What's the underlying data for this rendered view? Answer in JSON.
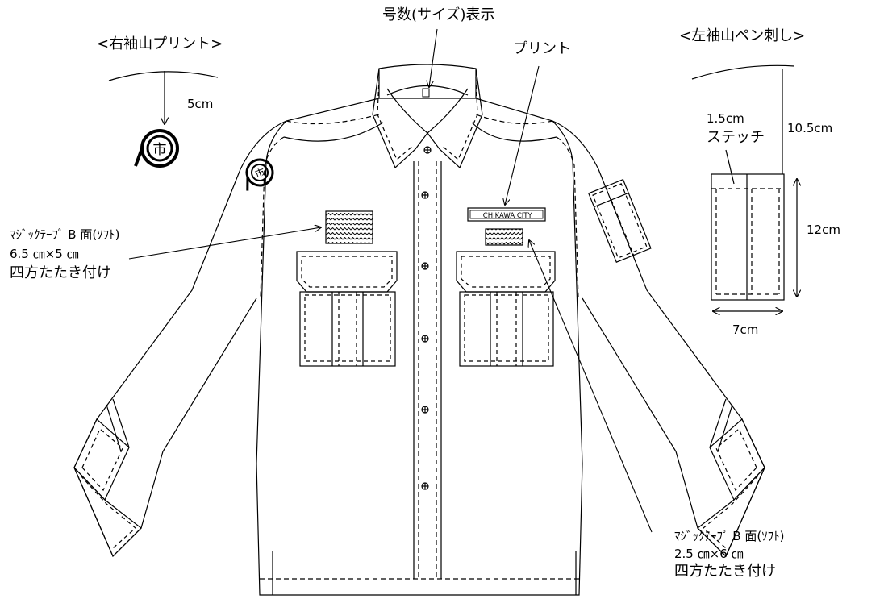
{
  "labels": {
    "right_sleeve_title": "<右袖山プリント>",
    "left_sleeve_title": "<左袖山ペン刺し>",
    "size_label": "号数(サイズ)表示",
    "print_label": "プリント",
    "right_5cm": "5cm",
    "left_stitch_width": "1.5cm",
    "left_stitch_word": "ステッチ",
    "left_10_5cm": "10.5cm",
    "left_12cm": "12cm",
    "left_7cm": "7cm",
    "badge_text": "ICHIKAWA CITY",
    "emblem_char": "市"
  },
  "callouts": {
    "velcro_left": {
      "line1": "ﾏｼﾞｯｸﾃｰﾌﾟ B 面(ｿﾌﾄ)",
      "line2": "6.5 ㎝×5 ㎝",
      "line3": "四方たたき付け"
    },
    "velcro_right": {
      "line1": "ﾏｼﾞｯｸﾃｰﾌﾟ B 面(ｿﾌﾄ)",
      "line2": "2.5 ㎝×6 ㎝",
      "line3": "四方たたき付け"
    }
  },
  "colors": {
    "line": "#000000",
    "background": "#ffffff"
  }
}
